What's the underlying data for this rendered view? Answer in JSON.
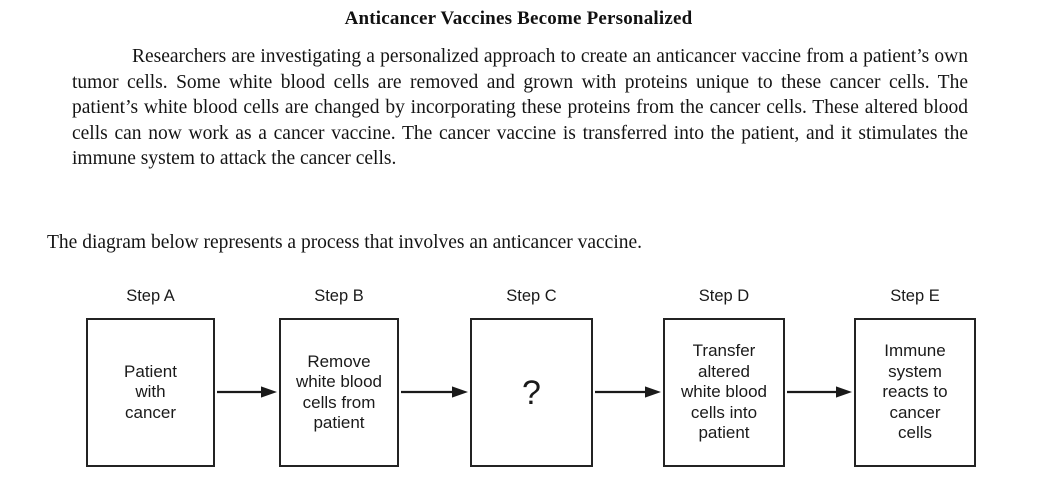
{
  "article": {
    "title": "Anticancer Vaccines Become Personalized",
    "body": "Researchers are investigating a personalized approach to create an anticancer vaccine from a patient’s own tumor cells. Some white blood cells are removed and grown with proteins unique to these cancer cells. The patient’s white blood cells are changed by incorporating these proteins from the cancer cells. These altered blood cells can now work as a cancer vaccine. The cancer vaccine is transferred into the patient, and it stimulates the immune system to attack the cancer cells.",
    "diagram_intro": "The diagram below represents a process that involves an anticancer vaccine."
  },
  "diagram": {
    "steps": [
      {
        "label": "Step A",
        "text": "Patient\nwith\ncancer"
      },
      {
        "label": "Step B",
        "text": "Remove\nwhite blood\ncells from\npatient"
      },
      {
        "label": "Step C",
        "text": "?"
      },
      {
        "label": "Step D",
        "text": "Transfer\naltered\nwhite blood\ncells into\npatient"
      },
      {
        "label": "Step E",
        "text": "Immune\nsystem\nreacts to\ncancer\ncells"
      }
    ],
    "arrow_count": 4,
    "colors": {
      "box_border": "#232323",
      "text": "#1a1a1a",
      "arrow": "#1a1a1a",
      "background": "#ffffff"
    }
  }
}
